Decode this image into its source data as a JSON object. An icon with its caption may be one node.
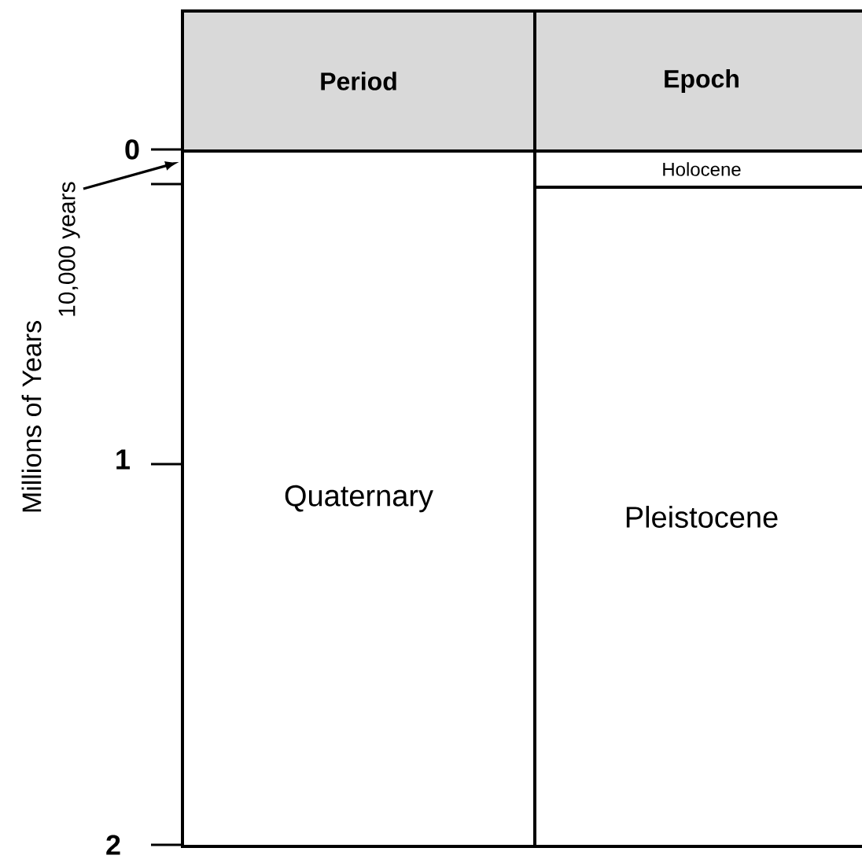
{
  "diagram": {
    "nodes": [
      {
        "text": [
          "Period"
        ]
      },
      {
        "text": [
          "Epoch"
        ]
      },
      {
        "text": [
          "Quaternary"
        ]
      },
      {
        "text": [
          "Holocene"
        ]
      },
      {
        "text": [
          "Pleistocene"
        ]
      },
      {
        "text": [
          "10,000 years"
        ]
      }
    ],
    "edges": [
      {
        "from": 5,
        "to": 2,
        "arrow": "to"
      }
    ],
    "labels": [
      "0",
      "1",
      "2",
      "Millions of Years"
    ]
  }
}
